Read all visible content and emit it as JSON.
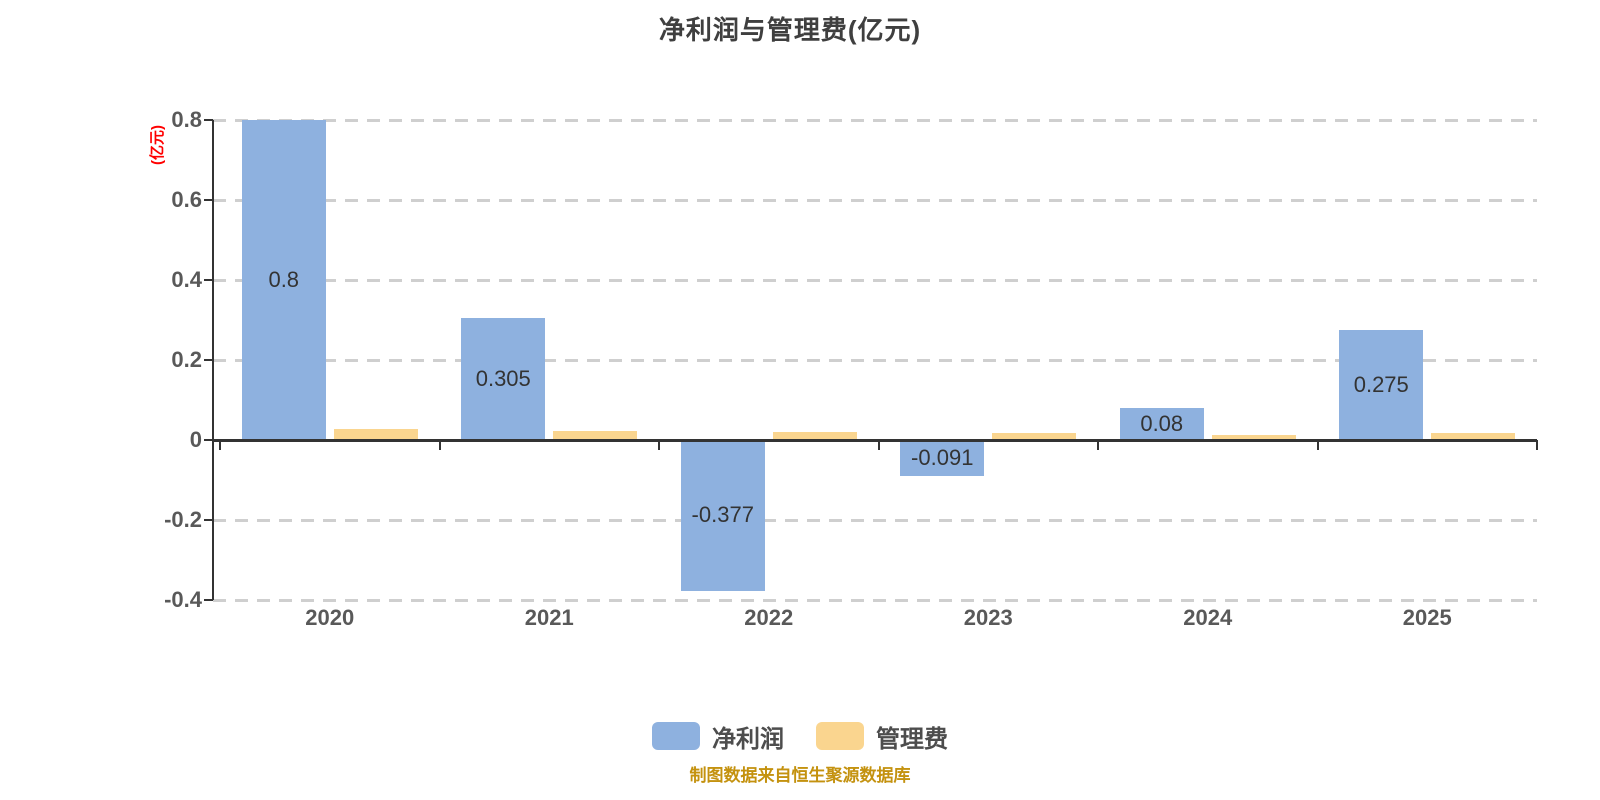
{
  "title": "净利润与管理费(亿元)",
  "y_axis_unit": "(亿元)",
  "footer": "制图数据来自恒生聚源数据库",
  "colors": {
    "net_profit_bar": "#8EB1DF",
    "management_fee_bar": "#FAD58F",
    "axis": "#333333",
    "gridline": "#CFCFCF",
    "tick_label": "#595959",
    "value_label": "#333333",
    "title": "#3F3F3F",
    "y_unit_label": "#FF0000",
    "footer": "#C4920F"
  },
  "legend": {
    "items": [
      {
        "label": "净利润",
        "color": "#8EB1DF"
      },
      {
        "label": "管理费",
        "color": "#FAD58F"
      }
    ]
  },
  "chart_data": {
    "type": "bar",
    "title": "净利润与管理费(亿元)",
    "ylabel": "(亿元)",
    "categories": [
      "2020",
      "2021",
      "2022",
      "2023",
      "2024",
      "2025"
    ],
    "series": [
      {
        "name": "净利润",
        "color": "#8EB1DF",
        "values": [
          0.8,
          0.305,
          -0.377,
          -0.091,
          0.08,
          0.275
        ],
        "labels": [
          "0.8",
          "0.305",
          "-0.377",
          "-0.091",
          "0.08",
          "0.275"
        ],
        "show_labels": true
      },
      {
        "name": "管理费",
        "color": "#FAD58F",
        "values": [
          0.028,
          0.022,
          0.019,
          0.018,
          0.012,
          0.017
        ],
        "labels": [],
        "show_labels": false
      }
    ],
    "ylim": [
      -0.4,
      0.8
    ],
    "yticks": [
      {
        "value": 0.8,
        "label": "0.8"
      },
      {
        "value": 0.6,
        "label": "0.6"
      },
      {
        "value": 0.4,
        "label": "0.4"
      },
      {
        "value": 0.2,
        "label": "0.2"
      },
      {
        "value": 0,
        "label": "0"
      },
      {
        "value": -0.2,
        "label": "-0.2"
      },
      {
        "value": -0.4,
        "label": "-0.4"
      }
    ],
    "grid": "dashed-horizontal",
    "legend_position": "bottom"
  }
}
